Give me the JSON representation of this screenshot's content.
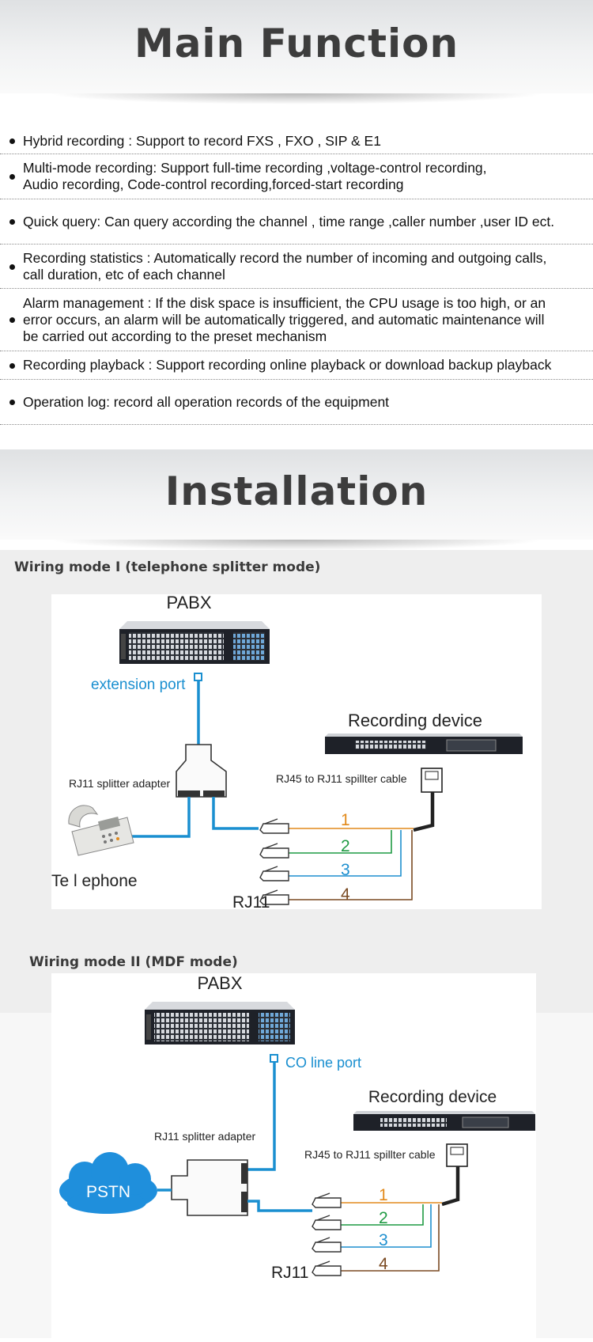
{
  "sections": {
    "main_function": {
      "title": "Main Function"
    },
    "installation": {
      "title": "Installation"
    }
  },
  "features": [
    {
      "lines": [
        "Hybrid recording : Support to record FXS , FXO , SIP & E1"
      ]
    },
    {
      "lines": [
        "Multi-mode recording: Support full-time recording ,voltage-control recording,",
        "Audio recording, Code-control recording,forced-start recording"
      ]
    },
    {
      "lines": [
        "Quick query: Can query according the channel , time range ,caller number ,user ID ect."
      ]
    },
    {
      "lines": [
        "Recording statistics : Automatically record the number of incoming and outgoing calls,",
        "call duration, etc of each channel"
      ]
    },
    {
      "lines": [
        "Alarm management : If the disk space is insufficient, the CPU usage is too high, or an",
        "error occurs, an alarm will be automatically triggered, and automatic maintenance will",
        "be carried out according to the preset mechanism"
      ]
    },
    {
      "lines": [
        "Recording playback : Support recording online playback or download backup playback"
      ]
    },
    {
      "lines": [
        "Operation log: record all operation records of the equipment"
      ]
    }
  ],
  "wiring_mode_1": {
    "title": "Wiring mode I (telephone splitter mode)",
    "pabx_label": "PABX",
    "port_label": "extension port",
    "recording_device_label": "Recording device",
    "splitter_label": "RJ11 splitter adapter",
    "cable_label": "RJ45  to RJ11  spillter cable",
    "telephone_label": "Te l ephone",
    "rj11_label": "RJ11",
    "channels": [
      "1",
      "2",
      "3",
      "4"
    ]
  },
  "wiring_mode_2": {
    "title": "Wiring mode II (MDF mode)",
    "pabx_label": "PABX",
    "port_label": "CO line port",
    "recording_device_label": "Recording device",
    "splitter_label": "RJ11 splitter adapter",
    "cable_label": "RJ45  to RJ11  spillter cable",
    "pstn_label": "PSTN",
    "rj11_label": "RJ11",
    "channels": [
      "1",
      "2",
      "3",
      "4"
    ]
  },
  "colors": {
    "cable_blue": "#1a8fd0",
    "channel_1": "#e28a1c",
    "channel_2": "#1f9a43",
    "channel_3": "#1e8fcf",
    "channel_4": "#7a4a22",
    "pstn_cloud": "#1f8fdc"
  }
}
